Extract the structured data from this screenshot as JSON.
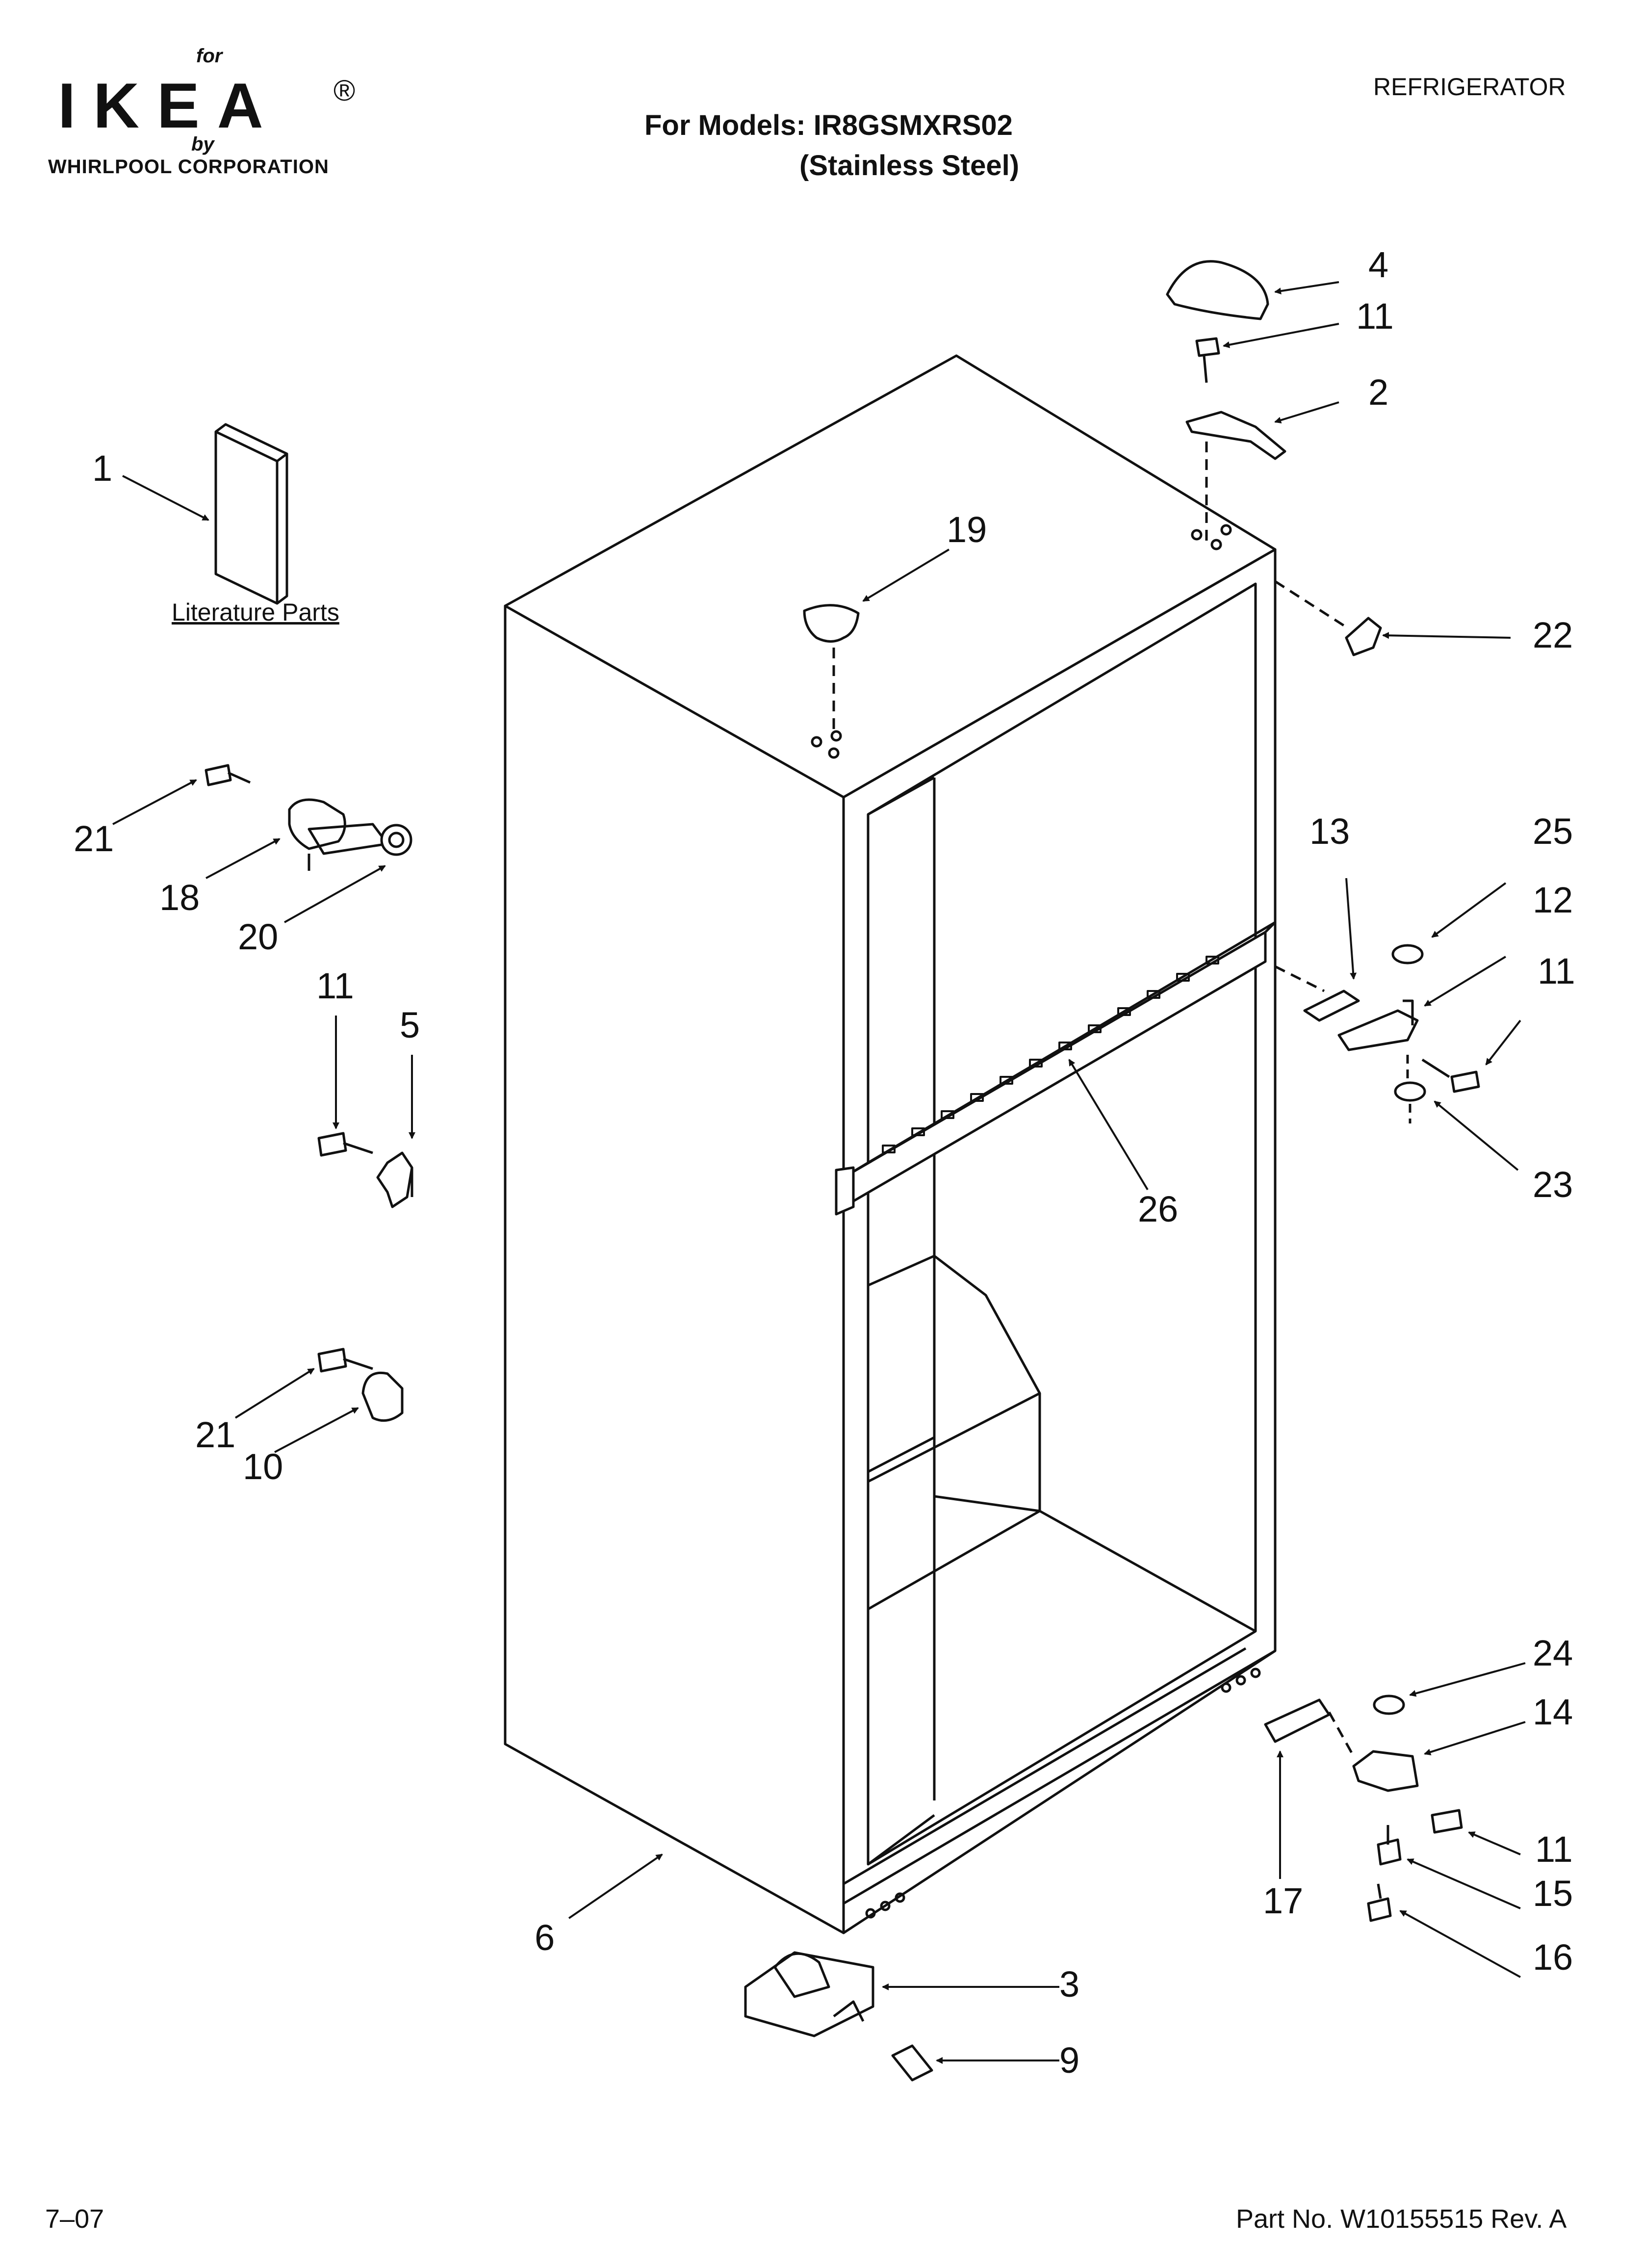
{
  "header": {
    "brand_for": "for",
    "brand_logo": "IKEA",
    "brand_reg": "®",
    "brand_by": "by",
    "brand_corp": "WHIRLPOOL  CORPORATION",
    "category": "REFRIGERATOR",
    "models_line": "For Models: IR8GSMXRS02",
    "models_variant": "(Stainless Steel)"
  },
  "diagram": {
    "literature_label": "Literature Parts",
    "callouts": {
      "c1": "1",
      "c2": "2",
      "c3": "3",
      "c4": "4",
      "c5": "5",
      "c6": "6",
      "c9": "9",
      "c10": "10",
      "c11a": "11",
      "c11b": "11",
      "c11c": "11",
      "c11d": "11",
      "c12": "12",
      "c13": "13",
      "c14": "14",
      "c15": "15",
      "c16": "16",
      "c17": "17",
      "c18": "18",
      "c19": "19",
      "c20": "20",
      "c21a": "21",
      "c21b": "21",
      "c22": "22",
      "c23": "23",
      "c24": "24",
      "c25": "25",
      "c26": "26"
    }
  },
  "footer": {
    "date": "7–07",
    "part_number": "Part No. W10155515 Rev. A"
  }
}
